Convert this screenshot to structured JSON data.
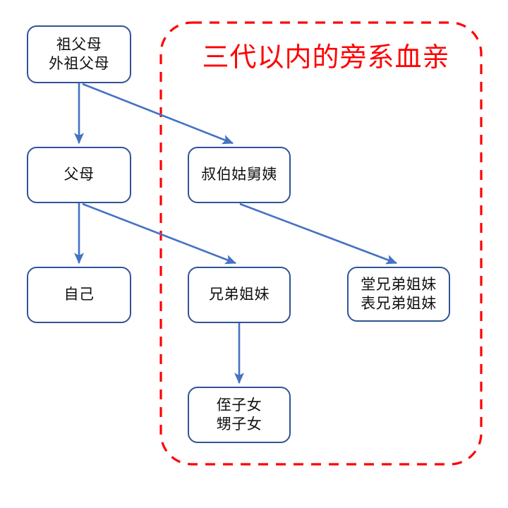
{
  "diagram": {
    "title": "三代以内的旁系血亲",
    "region": {
      "label": "三代以内的旁系血亲",
      "border_color": "#FF0000",
      "border_style": "dashed"
    },
    "colors": {
      "node_border": "#2F5496",
      "node_fill": "#FFFFFF",
      "connector": "#4472C4",
      "region_border": "#FF0000",
      "text": "#111111"
    },
    "nodes": [
      {
        "id": "grandparents",
        "lines": [
          "祖父母",
          "外祖父母"
        ],
        "line1": "祖父母",
        "line2": "外祖父母",
        "in_region": false
      },
      {
        "id": "parents",
        "lines": [
          "父母"
        ],
        "line1": "父母",
        "line2": "",
        "in_region": false
      },
      {
        "id": "uncles",
        "lines": [
          "叔伯姑舅姨"
        ],
        "line1": "叔伯姑舅姨",
        "line2": "",
        "in_region": true
      },
      {
        "id": "self",
        "lines": [
          "自己"
        ],
        "line1": "自己",
        "line2": "",
        "in_region": false
      },
      {
        "id": "siblings",
        "lines": [
          "兄弟姐妹"
        ],
        "line1": "兄弟姐妹",
        "line2": "",
        "in_region": true
      },
      {
        "id": "cousins",
        "lines": [
          "堂兄弟姐妹",
          "表兄弟姐妹"
        ],
        "line1": "堂兄弟姐妹",
        "line2": "表兄弟姐妹",
        "in_region": true
      },
      {
        "id": "nephews",
        "lines": [
          "侄子女",
          "甥子女"
        ],
        "line1": "侄子女",
        "line2": "甥子女",
        "in_region": true
      }
    ],
    "edges": [
      {
        "id": "grandparents-to-parents",
        "from": "grandparents",
        "to": "parents",
        "kind": "vertical-arrow"
      },
      {
        "id": "grandparents-to-uncles",
        "from": "grandparents",
        "to": "uncles",
        "kind": "diagonal-arrow"
      },
      {
        "id": "parents-to-self",
        "from": "parents",
        "to": "self",
        "kind": "vertical-arrow"
      },
      {
        "id": "parents-to-siblings",
        "from": "parents",
        "to": "siblings",
        "kind": "diagonal-arrow"
      },
      {
        "id": "uncles-to-cousins",
        "from": "uncles",
        "to": "cousins",
        "kind": "diagonal-arrow"
      },
      {
        "id": "siblings-to-nephews",
        "from": "siblings",
        "to": "nephews",
        "kind": "vertical-arrow"
      }
    ]
  }
}
